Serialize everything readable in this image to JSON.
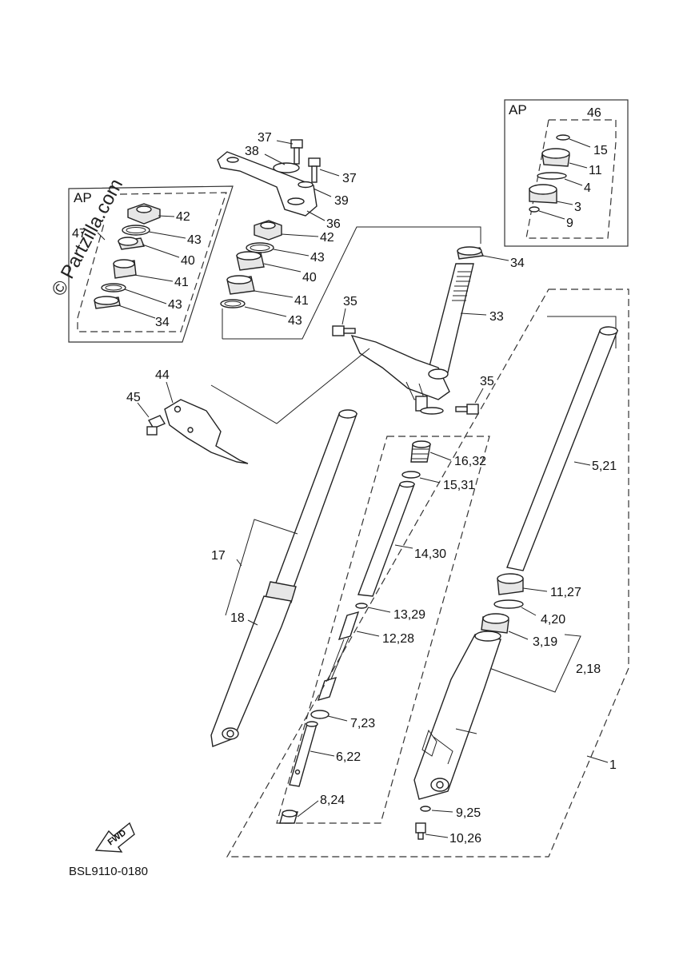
{
  "watermark": "© Partzilla.com",
  "diagram_code": "BSL9110-0180",
  "fwd_label": "FWD",
  "ap_label": "AP",
  "callouts": {
    "c37a": "37",
    "c38": "38",
    "c37b": "37",
    "c39": "39",
    "c36": "36",
    "l42": "42",
    "l43a": "43",
    "l40": "40",
    "l41": "41",
    "l43b": "43",
    "l34": "34",
    "l47": "47",
    "m42": "42",
    "m43a": "43",
    "m40": "40",
    "m41": "41",
    "m43b": "43",
    "r46": "46",
    "r15": "15",
    "r11": "11",
    "r4": "4",
    "r3": "3",
    "r9": "9",
    "c34": "34",
    "c33": "33",
    "c35a": "35",
    "c35b": "35",
    "c44": "44",
    "c45": "45",
    "c16_32": "16,32",
    "c15_31": "15,31",
    "c14_30": "14,30",
    "c13_29": "13,29",
    "c12_28": "12,28",
    "c7_23": "7,23",
    "c6_22": "6,22",
    "c8_24": "8,24",
    "c17": "17",
    "c18": "18",
    "c5_21": "5,21",
    "c11_27": "11,27",
    "c4_20": "4,20",
    "c3_19": "3,19",
    "c2_18": "2,18",
    "c1": "1",
    "c9_25": "9,25",
    "c10_26": "10,26"
  }
}
